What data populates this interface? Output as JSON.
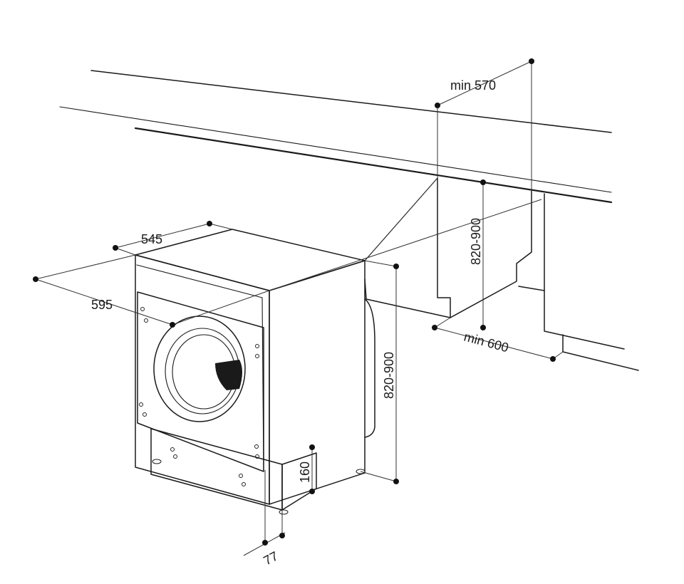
{
  "dimensions": {
    "niche_depth": "min 570",
    "niche_height": "820-900",
    "niche_width": "min 600",
    "machine_depth": "545",
    "machine_width": "595",
    "machine_height": "820-900",
    "plinth_height": "160",
    "plinth_setback": "77"
  },
  "colors": {
    "line": "#1a1a1a",
    "background": "#ffffff"
  }
}
